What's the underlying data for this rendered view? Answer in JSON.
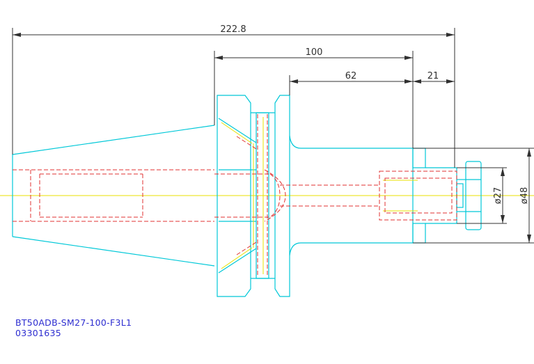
{
  "dimensions": {
    "overall_length": "222.8",
    "flange_to_nose": "100",
    "body_length": "62",
    "nose_length": "21",
    "diameter_inner": "ø27",
    "diameter_outer": "ø48"
  },
  "part": {
    "code": "BT50ADB-SM27-100-F3L1",
    "serial": "03301635"
  },
  "colors": {
    "outline": "#00c8d8",
    "hidden": "#e03030",
    "centerline": "#e8e000",
    "dimension": "#303030",
    "label": "#2c2cd0"
  }
}
